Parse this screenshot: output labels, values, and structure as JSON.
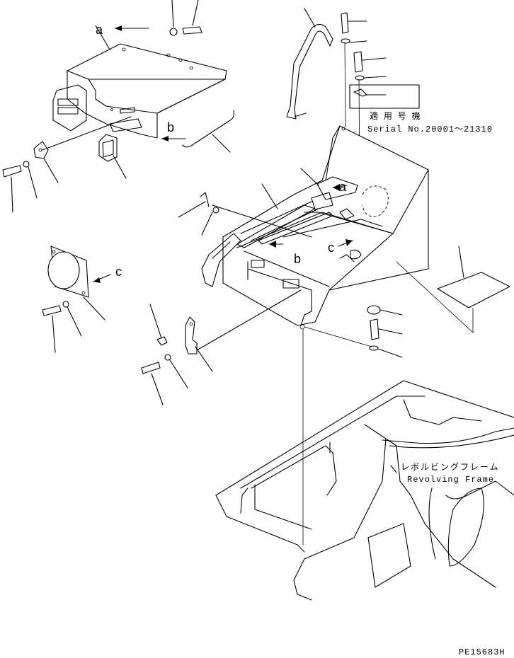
{
  "callouts": {
    "a": "a",
    "b": "b",
    "c": "c"
  },
  "serial_note": {
    "label_jp": "適 用 号 機",
    "serial": "Serial No.20001～21310"
  },
  "frame_note": {
    "label_jp": "レボルビングフレーム",
    "label_en": "Revolving Frame"
  },
  "figure_code": "PE15683H"
}
